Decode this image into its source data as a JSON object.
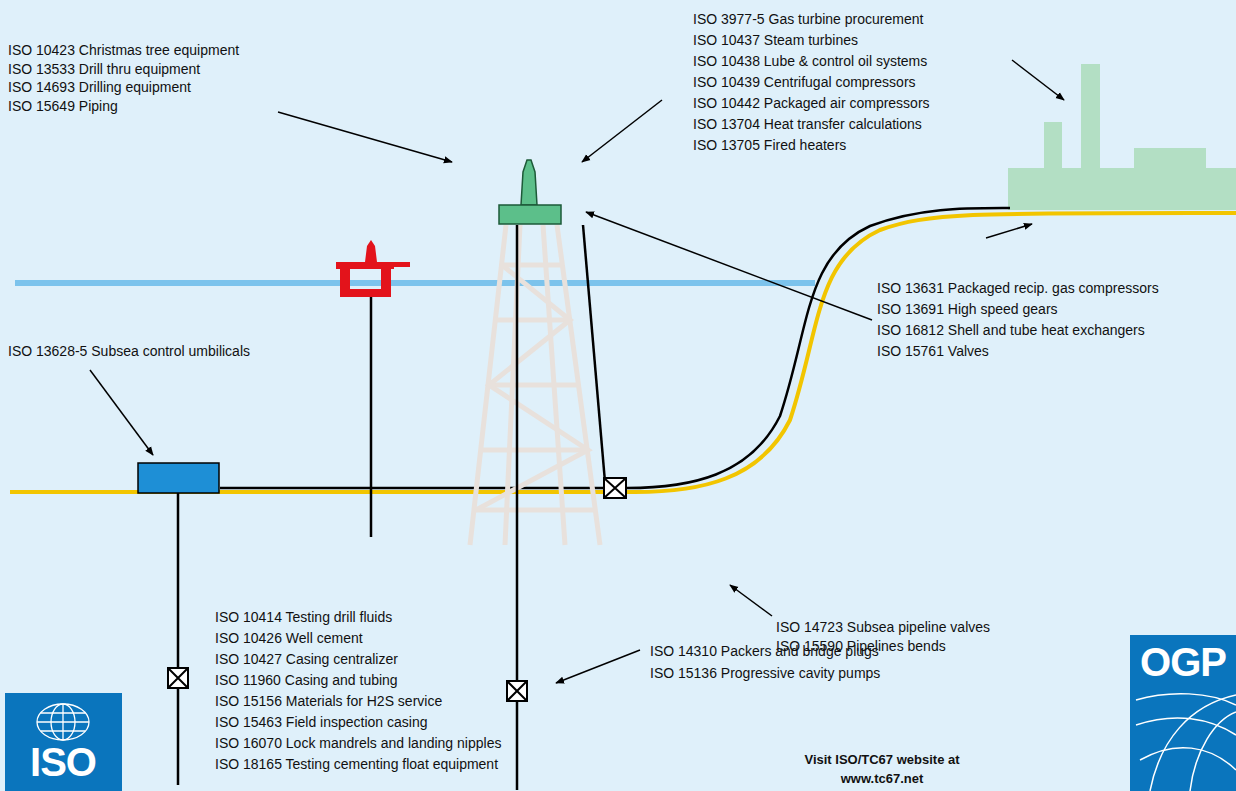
{
  "diagram": {
    "labels": [
      "ISO 10423 Christmas tree equipment",
      "ISO 13533 Drill thru equipment",
      "ISO 14693 Drilling equipment",
      "ISO 15649 Piping",
      "ISO 3977-5 Gas turbine procurement",
      "ISO 10437 Steam turbines",
      "ISO 10438 Lube & control oil systems",
      "ISO 10439 Centrifugal compressors",
      "ISO 10442 Packaged air compressors",
      "ISO 13704 Heat transfer calculations",
      "ISO 13705 Fired heaters",
      "ISO 13631 Packaged recip. gas compressors",
      "ISO 13691 High speed gears",
      "ISO 16812 Shell and tube heat exchangers",
      "ISO 15761 Valves",
      "ISO 13628-5 Subsea control umbilicals",
      "ISO 14723 Subsea pipeline valves",
      "ISO 15590 Pipelines bends",
      "ISO 10414 Testing drill fluids",
      "ISO 10426 Well cement",
      "ISO 10427 Casing centralizer",
      "ISO 11960 Casing and tubing",
      "ISO 15156 Materials for H2S service",
      "ISO 15463 Field inspection casing",
      "ISO 16070 Lock mandrels and landing nipples",
      "ISO 18165 Testing cementing float equipment",
      "ISO 14310 Packers and bridge plugs",
      "ISO 15136 Progressive cavity pumps",
      "Visit ISO/TC67 website at",
      "www.tc67.net",
      "ISO",
      "OGP"
    ]
  }
}
